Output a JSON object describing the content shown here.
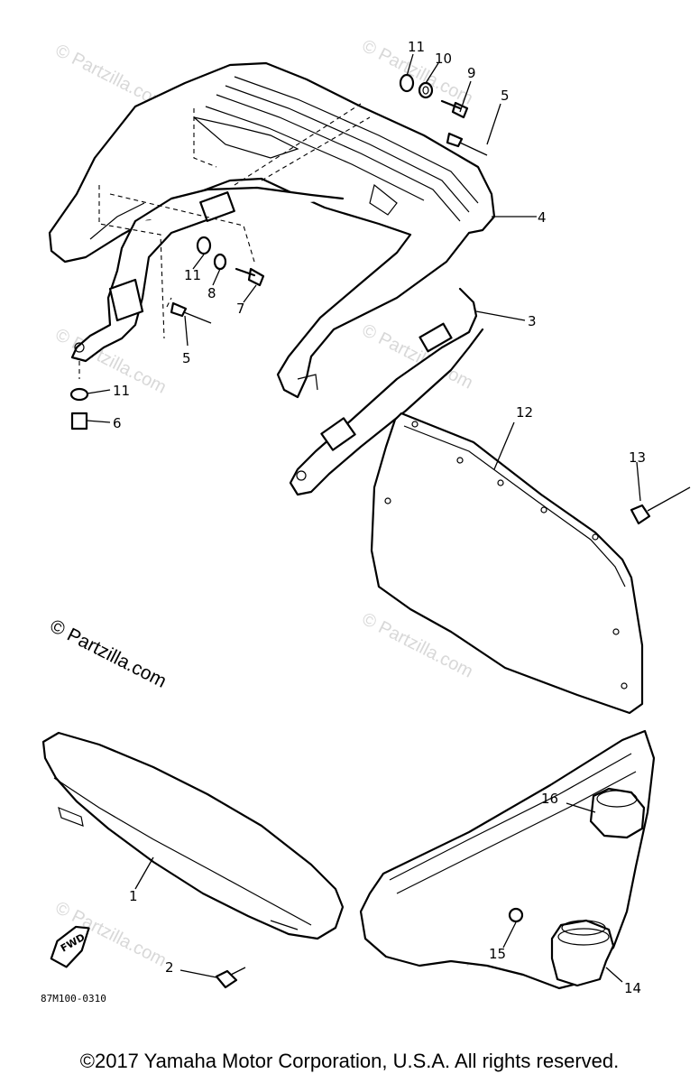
{
  "watermark": {
    "text": "© Partzilla.com",
    "faint_text": "© Partzilla.com"
  },
  "callouts": [
    "1",
    "2",
    "3",
    "4",
    "5",
    "5",
    "6",
    "7",
    "8",
    "9",
    "10",
    "11",
    "11",
    "11",
    "12",
    "13",
    "14",
    "15",
    "16"
  ],
  "labels": {
    "c1": "1",
    "c2": "2",
    "c3": "3",
    "c4": "4",
    "c5a": "5",
    "c5b": "5",
    "c6": "6",
    "c7": "7",
    "c8": "8",
    "c9": "9",
    "c10": "10",
    "c11a": "11",
    "c11b": "11",
    "c11c": "11",
    "c12": "12",
    "c13": "13",
    "c14": "14",
    "c15": "15",
    "c16": "16"
  },
  "fwd_label": "FWD",
  "diagram_ref": "87M100-0310",
  "copyright": "©2017 Yamaha Motor Corporation, U.S.A. All rights reserved."
}
